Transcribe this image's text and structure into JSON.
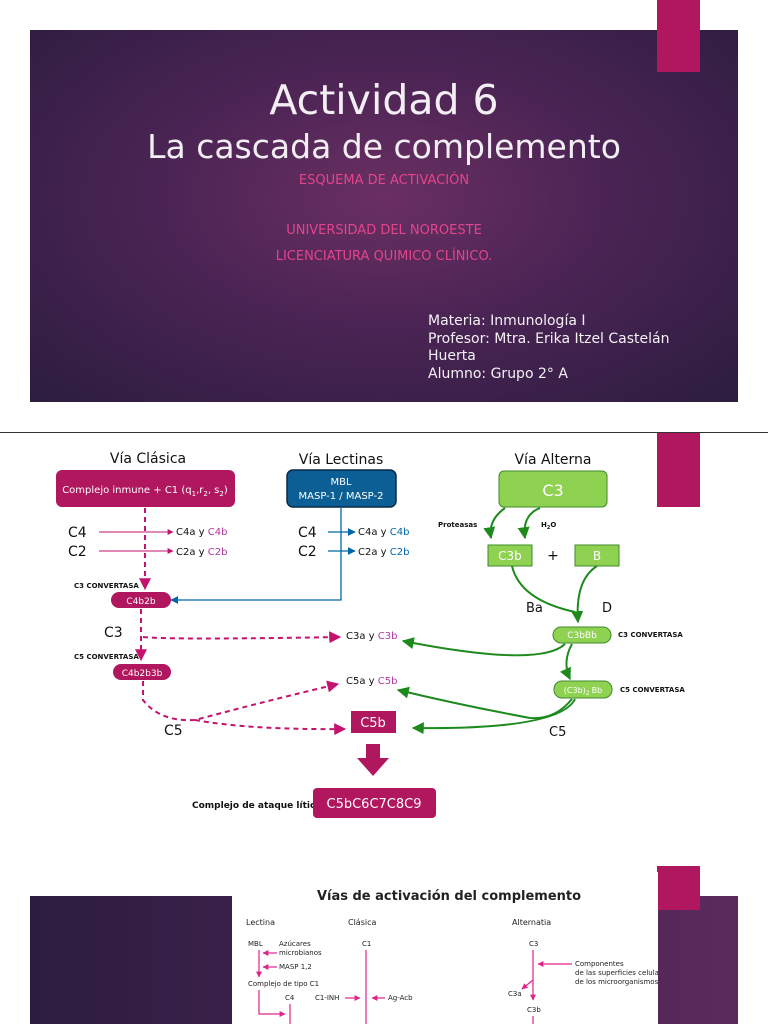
{
  "slide1": {
    "title": "Actividad  6",
    "subtitle": "La cascada de complemento",
    "pink_lines": [
      "ESQUEMA DE ACTIVACIÓN",
      "UNIVERSIDAD DEL NOROESTE",
      "LICENCIATURA QUIMICO CLÍNICO."
    ],
    "info_lines": [
      "Materia: Inmunología I",
      "Profesor:  Mtra. Erika Itzel Castelán",
      "Huerta",
      "Alumno: Grupo 2° A"
    ]
  },
  "diagram": {
    "headers": {
      "clasica": "Vía Clásica",
      "lectinas": "Vía Lectinas",
      "alterna": "Vía Alterna"
    },
    "clasica_box": {
      "main": "Complejo inmune + C1 (q",
      "q_sub": "1",
      "r": ",r",
      "r_sub": "2",
      "s": ", s",
      "s_sub": "2",
      "close": ")"
    },
    "mbl_box": {
      "line1": "MBL",
      "line2": "MASP-1 / MASP-2"
    },
    "c3_box": "C3",
    "c4": "C4",
    "c2": "C2",
    "c4_products": {
      "a": "C4a y ",
      "b": "C4b"
    },
    "c2_products": {
      "a": "C2a y ",
      "b": "C2b"
    },
    "c3_convertasa": "C3 CONVERTASA",
    "c4b2b": "C4b2b",
    "c3_label": "C3",
    "c5_convertasa": "C5 CONVERTASA",
    "c4b2b3b": "C4b2b3b",
    "c5_label_left": "C5",
    "c3a_products": {
      "a": "C3a y ",
      "b": "C3b"
    },
    "c5a_products": {
      "a": "C5a y ",
      "b": "C5b"
    },
    "c5b_box": "C5b",
    "proteasas": "Proteasas",
    "h2o": {
      "h": "H",
      "sub": "2",
      "o": "O"
    },
    "c3b_box": "C3b",
    "plus": "+",
    "b_box": "B",
    "ba": "Ba",
    "d": "D",
    "c3bbb": "C3bBb",
    "c3_convertasa_right": "C3 CONVERTASA",
    "c3b2bb": {
      "a": "(C3b)",
      "sub": "2",
      "b": "Bb"
    },
    "c5_convertasa_right": "C5 CONVERTASA",
    "c5_label_right": "C5",
    "mac_label": "Complejo de ataque lítico",
    "mac_box": "C5bC6C7C8C9",
    "colors": {
      "magenta": "#b0175e",
      "dashed": "#c4126f",
      "blue": "#0066a8",
      "green": "#1e8a1e",
      "lightgreen": "#8fd252"
    }
  },
  "slide3": {
    "title": "Vías de activación del complemento",
    "col_lectina": "Lectina",
    "col_clasica": "Clásica",
    "col_alternativa": "Alternatia",
    "mbl": "MBL",
    "azucares": "Azúcares",
    "microbianos": "microbianos",
    "masp": "MASP 1,2",
    "complejo": "Complejo de tipo C1",
    "c1": "C1",
    "c4": "C4",
    "c1inh": "C1-INH",
    "agacb": "Ag-Acb",
    "c3": "C3",
    "componentes": "Componentes",
    "superficies": "de las superficies celulares",
    "microorganismos": "de los microorganismos",
    "c3a": "C3a",
    "c3b": "C3b"
  }
}
